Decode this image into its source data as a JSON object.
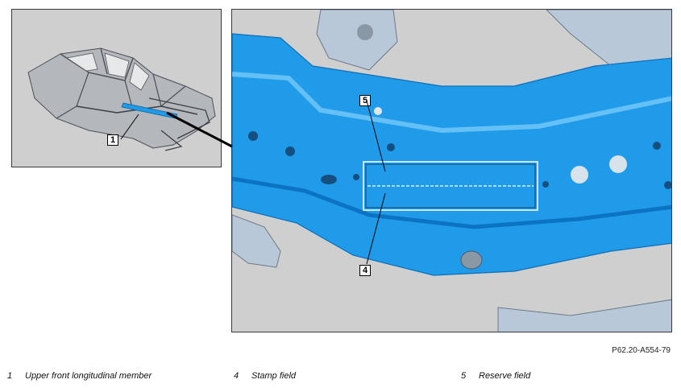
{
  "diagram": {
    "reference_code": "P62.20-A554-79",
    "callouts": [
      {
        "id": "1",
        "label": "1"
      },
      {
        "id": "4",
        "label": "4"
      },
      {
        "id": "5",
        "label": "5"
      }
    ],
    "legend": [
      {
        "number": "1",
        "text": "Upper front longitudinal member"
      },
      {
        "number": "4",
        "text": "Stamp field"
      },
      {
        "number": "5",
        "text": "Reserve field"
      }
    ],
    "colors": {
      "panel_background": "#cfcfcf",
      "highlight_part": "#1f9bea",
      "body_structure": "#9aa3ad",
      "secondary_parts": "#b9c8d8"
    }
  }
}
